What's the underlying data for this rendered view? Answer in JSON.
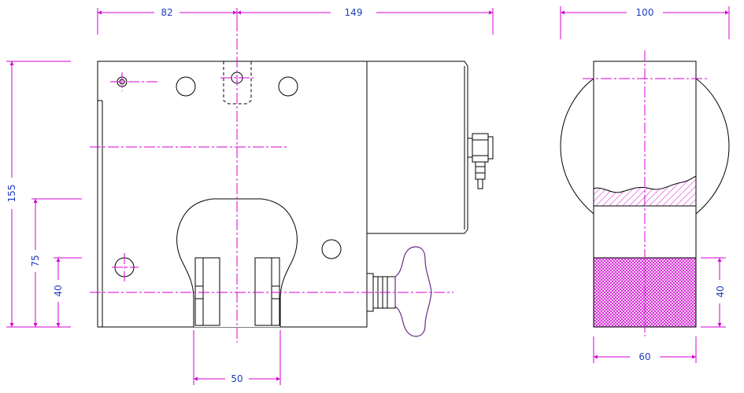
{
  "dimensions": {
    "top_left": "82",
    "top_right": "149",
    "side_top": "100",
    "left_155": "155",
    "left_75": "75",
    "left_40": "40",
    "bottom_50": "50",
    "side_bottom": "60",
    "side_right_40": "40"
  },
  "colors": {
    "dimension_line": "#d400d4",
    "dimension_text": "#1f3fbf",
    "outline": "#000000",
    "hatch": "#e040e0",
    "knob": "#6a2a8a"
  }
}
